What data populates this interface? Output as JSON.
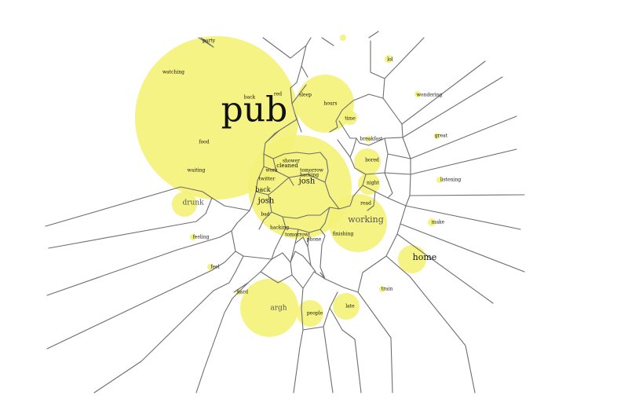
{
  "bubble_color": "#f4f27a",
  "line_color": "#6e6e6e",
  "words": [
    {
      "key": "party",
      "text": "party"
    },
    {
      "key": "watching",
      "text": "watching"
    },
    {
      "key": "lol",
      "text": "lol"
    },
    {
      "key": "wondering",
      "text": "wondering"
    },
    {
      "key": "red",
      "text": "red"
    },
    {
      "key": "sleep",
      "text": "sleep"
    },
    {
      "key": "hours",
      "text": "hours"
    },
    {
      "key": "back_top",
      "text": "back"
    },
    {
      "key": "pub",
      "text": "pub"
    },
    {
      "key": "time",
      "text": "time"
    },
    {
      "key": "great",
      "text": "great"
    },
    {
      "key": "food",
      "text": "food"
    },
    {
      "key": "breakfast",
      "text": "breakfast"
    },
    {
      "key": "bored",
      "text": "bored"
    },
    {
      "key": "shower",
      "text": "shower"
    },
    {
      "key": "cleaned",
      "text": "cleaned"
    },
    {
      "key": "work",
      "text": "work"
    },
    {
      "key": "waiting",
      "text": "waiting"
    },
    {
      "key": "tomorrow_top",
      "text": "tomorrow"
    },
    {
      "key": "hacking_top",
      "text": "hacking"
    },
    {
      "key": "twitter",
      "text": "twitter"
    },
    {
      "key": "josh_top",
      "text": "josh"
    },
    {
      "key": "listening",
      "text": "listening"
    },
    {
      "key": "night",
      "text": "night"
    },
    {
      "key": "back",
      "text": "back"
    },
    {
      "key": "josh",
      "text": "josh"
    },
    {
      "key": "drunk",
      "text": "drunk"
    },
    {
      "key": "read",
      "text": "read"
    },
    {
      "key": "make",
      "text": "make"
    },
    {
      "key": "working",
      "text": "working"
    },
    {
      "key": "bad",
      "text": "bad"
    },
    {
      "key": "hacking",
      "text": "hacking"
    },
    {
      "key": "feeling",
      "text": "feeling"
    },
    {
      "key": "finishing",
      "text": "finishing"
    },
    {
      "key": "tomorrow",
      "text": "tomorrow"
    },
    {
      "key": "phone",
      "text": "phone"
    },
    {
      "key": "home",
      "text": "home"
    },
    {
      "key": "feel",
      "text": "feel"
    },
    {
      "key": "train",
      "text": "train"
    },
    {
      "key": "hard",
      "text": "hard"
    },
    {
      "key": "argh",
      "text": "argh"
    },
    {
      "key": "late",
      "text": "late"
    },
    {
      "key": "people",
      "text": "people"
    }
  ]
}
